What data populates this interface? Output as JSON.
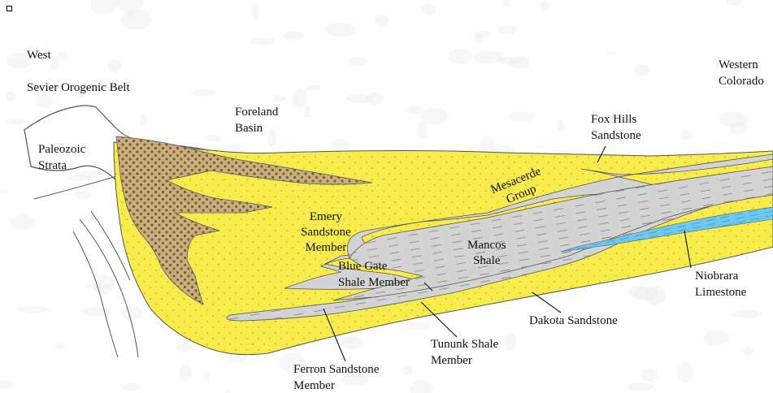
{
  "colors": {
    "sandstone": "#f8ec4c",
    "sandstone_dots": "#c9a827",
    "shale": "#d3d3d3",
    "shale_dash": "#8c8c8c",
    "limestone": "#6fc8f0",
    "basin_fill": "#c9ae80",
    "basin_dots": "#7a5c2e",
    "mountain_fill": "#ffffff",
    "outline": "#555555",
    "background_speckle": "#e8e8e8",
    "text": "#111111"
  },
  "labels": {
    "west": "West",
    "sevier": "Sevier Orogenic Belt",
    "paleozoic": "Paleozoic\nStrata",
    "foreland": "Foreland\nBasin",
    "fox_hills": "Fox Hills\nSandstone",
    "western_colorado": "Western\nColorado",
    "mesaverde": "Mesacerde\nGroup",
    "emery": "Emery\nSandstone\nMember",
    "mancos": "Mancos\nShale",
    "blue_gate": "Blue Gate\nShale Member",
    "niobrara": "Niobrara\nLimestone",
    "dakota": "Dakota Sandstone",
    "tununk": "Tununk Shale\nMember",
    "ferron": "Ferron Sandstone\nMember"
  }
}
